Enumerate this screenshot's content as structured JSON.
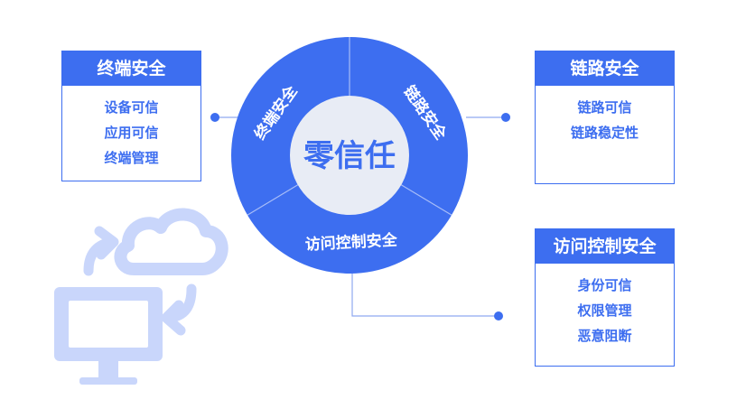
{
  "center": {
    "label": "零信任"
  },
  "ring": {
    "terminal": "终端安全",
    "link": "链路安全",
    "access": "访问控制安全"
  },
  "boxes": {
    "terminal": {
      "title": "终端安全",
      "items": [
        "设备可信",
        "应用可信",
        "终端管理"
      ]
    },
    "link": {
      "title": "链路安全",
      "items": [
        "链路可信",
        "链路稳定性"
      ]
    },
    "access": {
      "title": "访问控制安全",
      "items": [
        "身份可信",
        "权限管理",
        "恶意阻断"
      ]
    }
  },
  "colors": {
    "primary": "#3d6ef0",
    "center_fill": "#e8ecf5",
    "illustration": "#c9d6fb"
  },
  "icons": [
    "monitor-icon",
    "cloud-icon",
    "sync-arrows-icon"
  ]
}
